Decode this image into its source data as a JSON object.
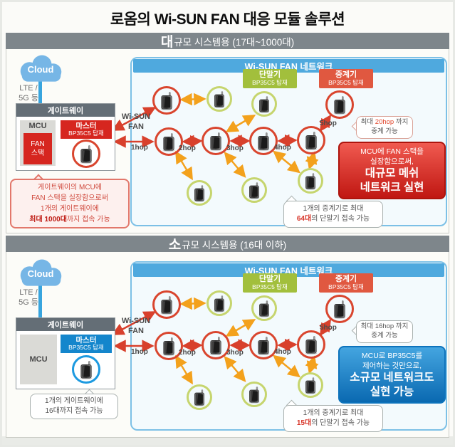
{
  "title": "로옴의 Wi-SUN FAN 대응 모듈 솔루션",
  "colors": {
    "accent_red": "#d6261f",
    "accent_blue": "#1486cc",
    "terminal_green": "#a2bf3c",
    "relay_red": "#e05840",
    "arrow_orange": "#f3a11c",
    "network_sky": "#4fa9de",
    "header_gray": "#7e868b"
  },
  "common": {
    "cloud": "Cloud",
    "lte": [
      "LTE /",
      "5G 등"
    ],
    "gateway": "게이트웨이",
    "mcu": "MCU",
    "master": [
      "마스터",
      "BP35C5 탑재"
    ],
    "wisun": [
      "Wi-SUN",
      "FAN"
    ],
    "network_title": "Wi-SUN FAN 네트워크",
    "terminal_label": [
      "단말기",
      "BP35C5 탑재"
    ],
    "relay_label": [
      "중계기",
      "BP35C5 탑재"
    ],
    "hops": [
      "1hop",
      "2hop",
      "3hop",
      "4hop",
      "5hop"
    ],
    "hop_note_line2": "중계 가능"
  },
  "large": {
    "header_big": "대",
    "header_rest": "규모 시스템용 (17대~1000대)",
    "fan_stack": [
      "FAN",
      "스택"
    ],
    "hop_note": {
      "pre": "최대 ",
      "value": "20hop",
      "post": " 까지"
    },
    "gw_callout": {
      "line1": "게이트웨이의 MCU에",
      "line2": "FAN 스택을 실장함으로써",
      "line3": "1개의 게이트웨이에",
      "emph": "최대 1000대",
      "tail": "까지 접속 가능"
    },
    "feature": {
      "small1": "MCU에 FAN 스택을",
      "small2": "실장함으로써,",
      "big1": "대규모 메쉬",
      "big2": "네트워크 실현"
    },
    "relay_callout": {
      "line1": "1개의 중계기로 최대",
      "emph": "64대",
      "tail": "의 단말기 접속 가능"
    }
  },
  "small": {
    "header_big": "소",
    "header_rest": "규모 시스템용 (16대 이하)",
    "hop_note": {
      "pre": "최대 ",
      "value": "16hop",
      "post": " 까지"
    },
    "gw_callout": {
      "line1": "1개의 게이트웨이에",
      "line2": "16대까지 접속 가능"
    },
    "feature": {
      "small1": "MCU로 BP35C5를",
      "small2": "제어하는 것만으로,",
      "big1": "소규모 네트워크도",
      "big2": "실현 가능"
    },
    "relay_callout": {
      "line1": "1개의 중계기로 최대",
      "emph": "15대",
      "tail": "의 단말기 접속 가능"
    }
  }
}
